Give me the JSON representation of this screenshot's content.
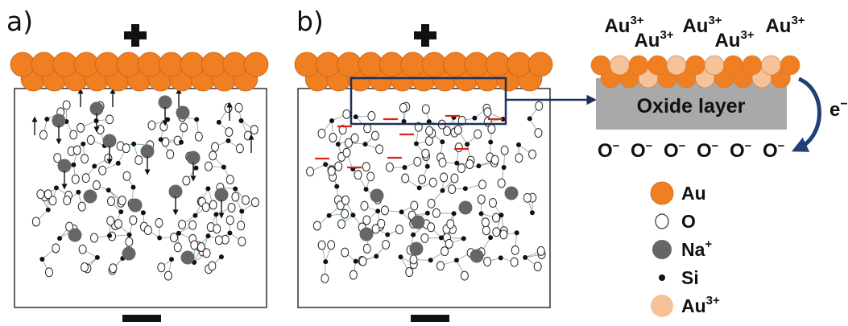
{
  "panels": {
    "a": {
      "letter": "a)"
    },
    "b": {
      "letter": "b)"
    }
  },
  "electrodes": {
    "positive": "+",
    "negative": "−"
  },
  "inset": {
    "au_ion_label": "Au",
    "au_ion_charge": "3+",
    "au_ion_count": 5,
    "oxide_layer_label": "Oxide layer",
    "electron_label": "e",
    "electron_charge": "−",
    "oxygen_ion_label": "O",
    "oxygen_ion_charge": "−",
    "oxygen_ion_count": 6
  },
  "legend": [
    {
      "label": "Au",
      "sup": "",
      "marker": "au"
    },
    {
      "label": "O",
      "sup": "",
      "marker": "o"
    },
    {
      "label": "Na",
      "sup": "+",
      "marker": "na"
    },
    {
      "label": "Si",
      "sup": "",
      "marker": "si"
    },
    {
      "label": "Au",
      "sup": "3+",
      "marker": "au3"
    }
  ],
  "colors": {
    "au": "#F07F22",
    "au_edge": "#C8601A",
    "au3": "#F6C29A",
    "na": "#666666",
    "si": "#111111",
    "o_fill": "#ffffff",
    "bond": "#8AA6B4",
    "oxide_layer": "#A9A9A9",
    "callout": "#1F2F5C",
    "negative_charge": "#D8261C",
    "electron_arrow": "#1F3F77"
  }
}
